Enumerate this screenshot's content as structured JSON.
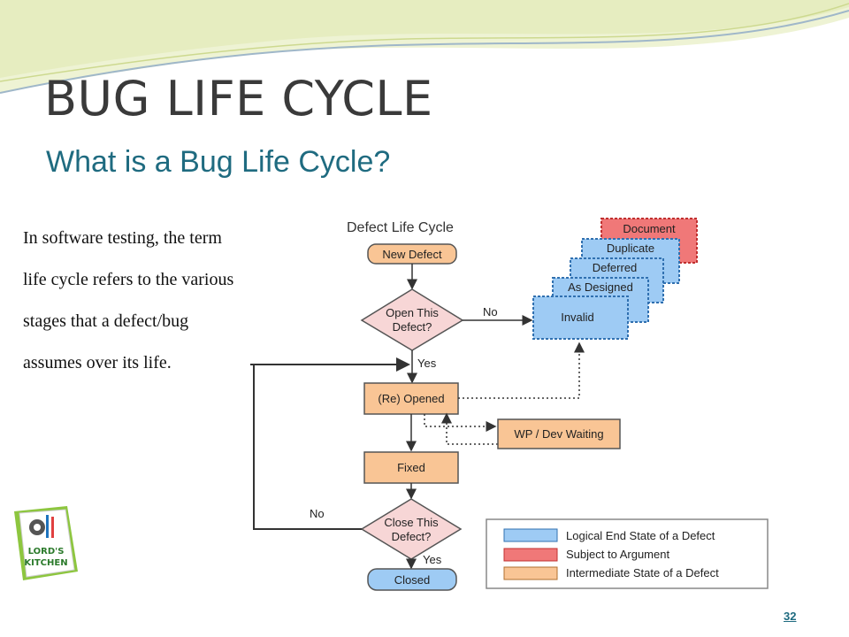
{
  "slide": {
    "title": "BUG LIFE CYCLE",
    "subtitle": "What is a Bug Life Cycle?",
    "body_lines": [
      "In software testing, the term",
      "life cycle refers to the various",
      "stages that a defect/bug",
      "assumes over its life."
    ],
    "page_number": "32"
  },
  "logo": {
    "text_line1": "LORD'S",
    "text_line2": "KITCHEN",
    "icon": "gear-tools-icon"
  },
  "diagram": {
    "heading": "Defect Life Cycle",
    "nodes": {
      "new_defect": "New Defect",
      "open_decision": [
        "Open This",
        "Defect?"
      ],
      "reopened": "(Re) Opened",
      "fixed": "Fixed",
      "close_decision": [
        "Close This",
        "Defect?"
      ],
      "closed": "Closed",
      "wp_dev_waiting": "WP / Dev Waiting"
    },
    "end_states": [
      "Document",
      "Duplicate",
      "Deferred",
      "As Designed",
      "Invalid"
    ],
    "edge_labels": {
      "open_no": "No",
      "open_yes": "Yes",
      "close_no": "No",
      "close_yes": "Yes"
    },
    "legend": [
      {
        "label": "Logical End State of a Defect",
        "color": "#9ecbf4"
      },
      {
        "label": "Subject to Argument",
        "color": "#f07878"
      },
      {
        "label": "Intermediate State of a Defect",
        "color": "#f9c595"
      }
    ]
  },
  "colors": {
    "blue_state": "#9ecbf4",
    "red_state": "#f07878",
    "orange_state": "#f9c595",
    "decision": "#f7d6d6",
    "title": "#3a3a3a",
    "subtitle": "#1f6b80"
  }
}
